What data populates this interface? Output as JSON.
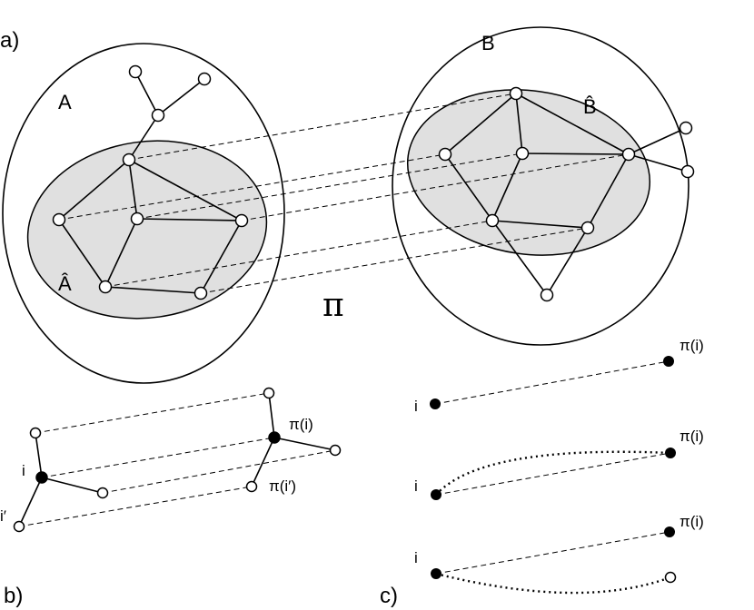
{
  "panels": {
    "a": "a)",
    "b": "b)",
    "c": "c)"
  },
  "sets": {
    "A": "A",
    "A_hat": "Â",
    "B": "B",
    "B_hat": "B̂"
  },
  "mapping_symbol": "π",
  "panel_b_labels": {
    "i": "i",
    "i_prime": "i′",
    "pi_i": "π(i)",
    "pi_i_prime": "π(i′)"
  },
  "panel_c_rows": [
    {
      "source_label": "i",
      "target_label": "π(i)"
    },
    {
      "source_label": "i",
      "target_label": "π(i)"
    },
    {
      "source_label": "i",
      "target_label": "π(i)"
    }
  ]
}
